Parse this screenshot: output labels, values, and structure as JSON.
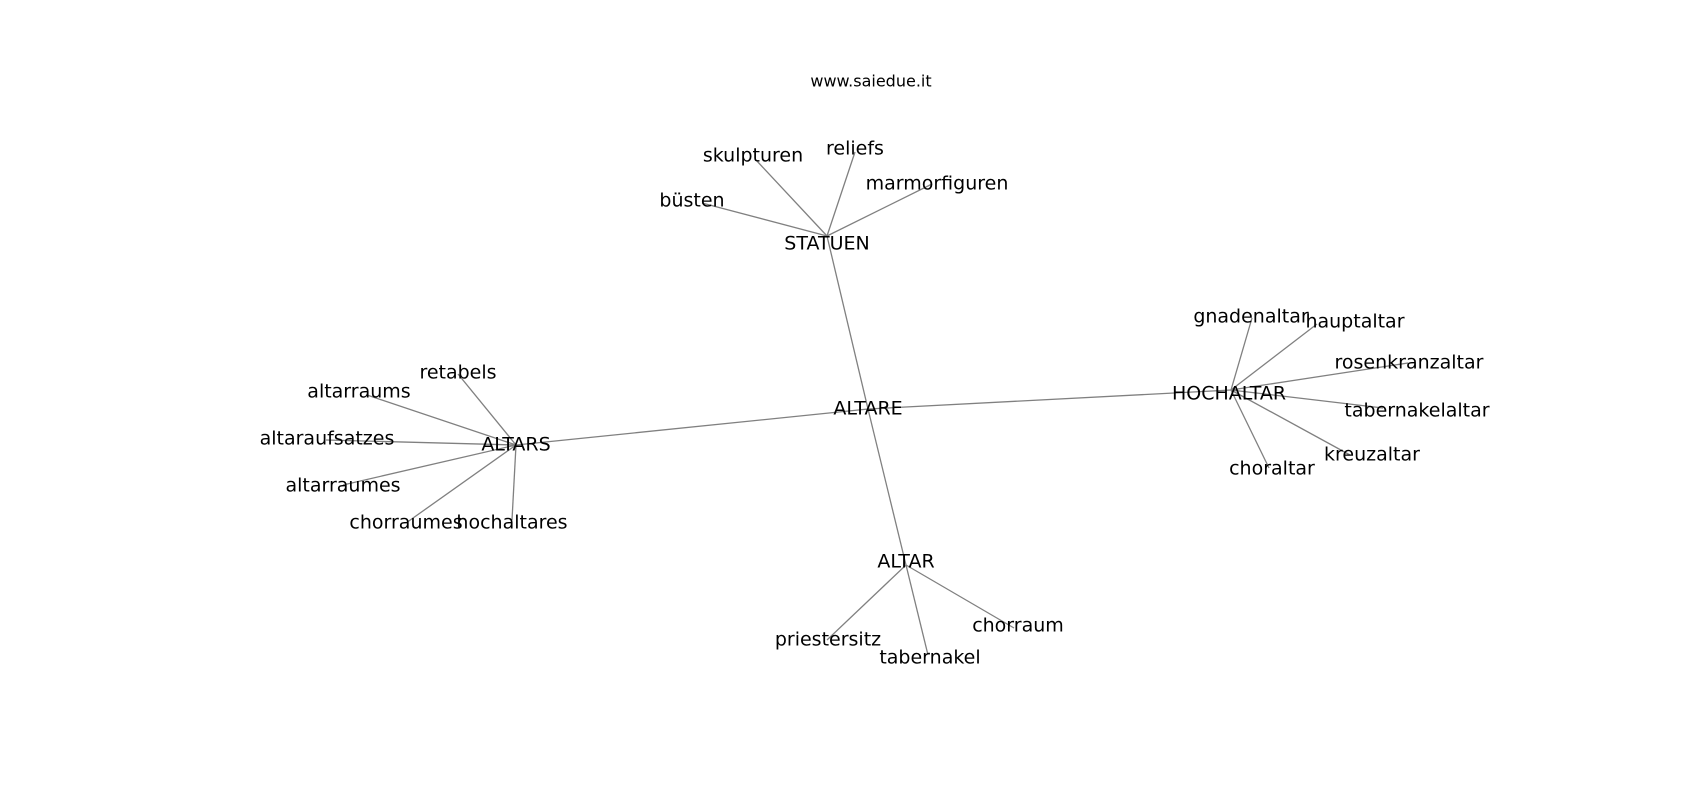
{
  "caption": "www.saiedue.it",
  "colors": {
    "edge": "#808080",
    "label": "#000000",
    "background": "#ffffff"
  },
  "nodes": [
    {
      "id": "ALTARE"
    },
    {
      "id": "STATUEN"
    },
    {
      "id": "skulpturen"
    },
    {
      "id": "reliefs"
    },
    {
      "id": "marmorfiguren"
    },
    {
      "id": "büsten"
    },
    {
      "id": "HOCHALTAR"
    },
    {
      "id": "gnadenaltar"
    },
    {
      "id": "hauptaltar"
    },
    {
      "id": "rosenkranzaltar"
    },
    {
      "id": "tabernakelaltar"
    },
    {
      "id": "kreuzaltar"
    },
    {
      "id": "choraltar"
    },
    {
      "id": "ALTARS"
    },
    {
      "id": "retabels"
    },
    {
      "id": "altarraums"
    },
    {
      "id": "altaraufsatzes"
    },
    {
      "id": "altarraumes"
    },
    {
      "id": "chorraumes"
    },
    {
      "id": "hochaltares"
    },
    {
      "id": "ALTAR"
    },
    {
      "id": "priestersitz"
    },
    {
      "id": "tabernakel"
    },
    {
      "id": "chorraum"
    }
  ],
  "edges": [
    [
      "ALTARE",
      "STATUEN"
    ],
    [
      "ALTARE",
      "HOCHALTAR"
    ],
    [
      "ALTARE",
      "ALTARS"
    ],
    [
      "ALTARE",
      "ALTAR"
    ],
    [
      "STATUEN",
      "skulpturen"
    ],
    [
      "STATUEN",
      "reliefs"
    ],
    [
      "STATUEN",
      "marmorfiguren"
    ],
    [
      "STATUEN",
      "büsten"
    ],
    [
      "HOCHALTAR",
      "gnadenaltar"
    ],
    [
      "HOCHALTAR",
      "hauptaltar"
    ],
    [
      "HOCHALTAR",
      "rosenkranzaltar"
    ],
    [
      "HOCHALTAR",
      "tabernakelaltar"
    ],
    [
      "HOCHALTAR",
      "kreuzaltar"
    ],
    [
      "HOCHALTAR",
      "choraltar"
    ],
    [
      "ALTARS",
      "retabels"
    ],
    [
      "ALTARS",
      "altarraums"
    ],
    [
      "ALTARS",
      "altaraufsatzes"
    ],
    [
      "ALTARS",
      "altarraumes"
    ],
    [
      "ALTARS",
      "chorraumes"
    ],
    [
      "ALTARS",
      "hochaltares"
    ],
    [
      "ALTAR",
      "priestersitz"
    ],
    [
      "ALTAR",
      "tabernakel"
    ],
    [
      "ALTAR",
      "chorraum"
    ]
  ]
}
